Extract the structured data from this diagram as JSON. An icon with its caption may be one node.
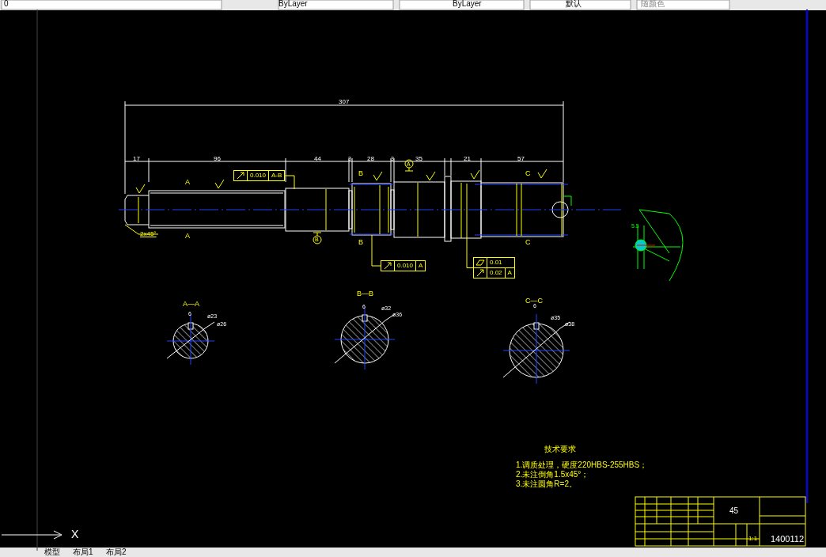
{
  "diagram": {
    "nodes": [
      {
        "text": [
          "0.010",
          "A-B"
        ]
      },
      {
        "text": [
          "0.010",
          "A"
        ]
      },
      {
        "text": [
          "0.01",
          "0.02",
          "A"
        ]
      },
      {
        "text": [],
        "shape": "box"
      },
      {
        "text": [],
        "shape": "box"
      },
      {
        "text": [],
        "shape": "box"
      }
    ],
    "edges": [
      {
        "from": 0,
        "to": 3,
        "arrow": "none"
      },
      {
        "from": 1,
        "to": 4,
        "arrow": "none"
      },
      {
        "from": 2,
        "to": 5,
        "arrow": "none"
      }
    ],
    "labels": [
      "0",
      "ByLayer",
      "ByLayer",
      "默认",
      "随颜色",
      "307",
      "17",
      "96",
      "44",
      "3",
      "28",
      "3",
      "35",
      "21",
      "57",
      "A",
      "B",
      "C",
      "2x45°",
      "A",
      "B",
      "C",
      "B",
      "A",
      "A—A",
      "B—B",
      "C—C",
      "6",
      "ø23",
      "ø26",
      "6",
      "ø32",
      "ø36",
      "6",
      "ø35",
      "ø38",
      "5.5",
      "技术要求",
      "1.调质处理，硬度220HBS-255HBS；",
      "2.未注倒角1.5x45°；",
      "3.未注圆角R=2。",
      "45",
      "1:1",
      "1400112",
      "X",
      "模型",
      "布局1",
      "布局2"
    ]
  }
}
